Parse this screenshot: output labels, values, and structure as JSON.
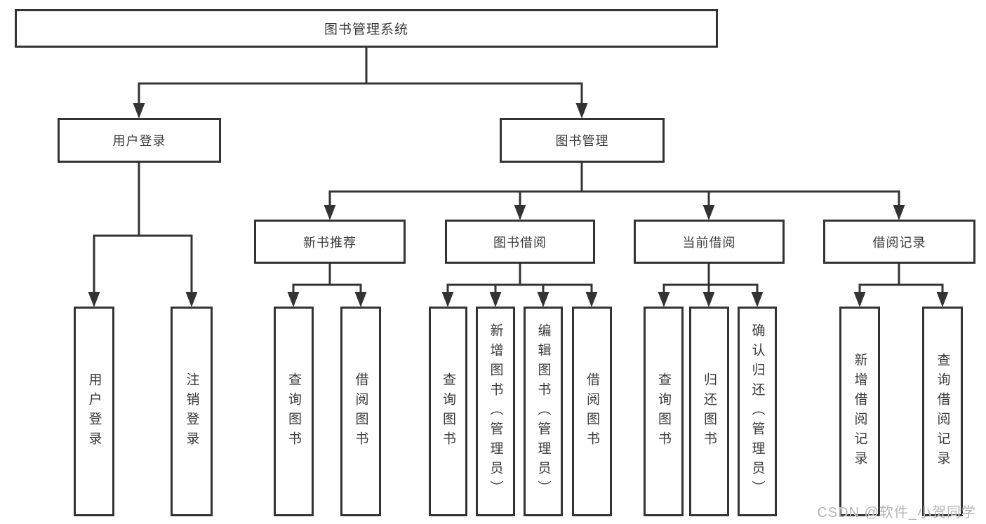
{
  "watermark": "CSDN @软件_小贺同学",
  "colors": {
    "line": "#333333",
    "box_border": "#333333",
    "box_background": "#ffffff",
    "text": "#3a3a3a",
    "watermark": "#b5b5b5"
  },
  "diagram": {
    "root": {
      "label": "图书管理系统"
    },
    "branches": [
      {
        "label": "用户登录",
        "children": [
          {
            "label": "用户登录"
          },
          {
            "label": "注销登录"
          }
        ]
      },
      {
        "label": "图书管理",
        "children": [
          {
            "label": "新书推荐",
            "children": [
              {
                "label": "查询图书"
              },
              {
                "label": "借阅图书"
              }
            ]
          },
          {
            "label": "图书借阅",
            "children": [
              {
                "label": "查询图书"
              },
              {
                "label": "新增图书（管理员）"
              },
              {
                "label": "编辑图书（管理员）"
              },
              {
                "label": "借阅图书"
              }
            ]
          },
          {
            "label": "当前借阅",
            "children": [
              {
                "label": "查询图书"
              },
              {
                "label": "归还图书"
              },
              {
                "label": "确认归还（管理员）"
              }
            ]
          },
          {
            "label": "借阅记录",
            "children": [
              {
                "label": "新增借阅记录"
              },
              {
                "label": "查询借阅记录"
              }
            ]
          }
        ]
      }
    ]
  }
}
